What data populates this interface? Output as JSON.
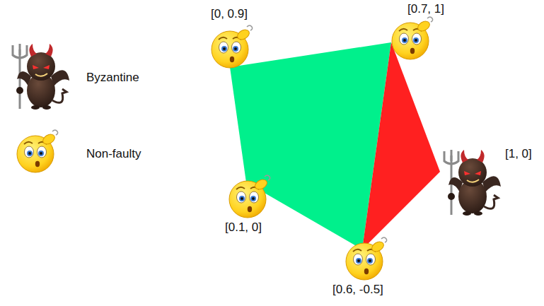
{
  "diagram": {
    "labels": [
      "[0, 0.9]",
      "[0.7, 1]",
      "[1, 0]",
      "[0.1, 0]",
      "[0.6, -0.5]"
    ],
    "legend": [
      {
        "text": "Byzantine"
      },
      {
        "text": "Non-faulty"
      }
    ]
  }
}
